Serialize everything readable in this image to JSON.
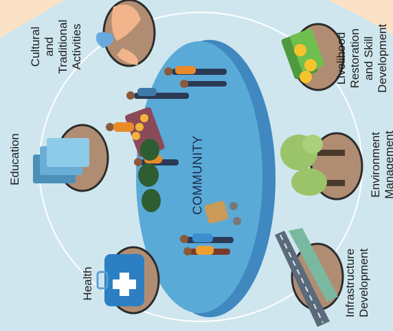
{
  "diagram": {
    "center_label": "COMMUNITY",
    "nodes": [
      {
        "id": "cultural",
        "lines": [
          "Cultural",
          "and",
          "Traditional",
          "Activities"
        ],
        "icon": "hands-heart-icon"
      },
      {
        "id": "livelihood",
        "lines": [
          "Livelihood",
          "Restoration",
          "and Skill",
          "Development"
        ],
        "icon": "money-coins-icon"
      },
      {
        "id": "education",
        "lines": [
          "Education"
        ],
        "icon": "books-icon"
      },
      {
        "id": "environment",
        "lines": [
          "Environment",
          "Management"
        ],
        "icon": "trees-icon"
      },
      {
        "id": "health",
        "lines": [
          "Health"
        ],
        "icon": "first-aid-kit-icon"
      },
      {
        "id": "infrastructure",
        "lines": [
          "Infrastructure",
          "Development"
        ],
        "icon": "road-icon"
      }
    ]
  },
  "colors": {
    "background": "#cfe6ee",
    "platform": "#5aaad8",
    "platform_edge": "#3f88c0",
    "node_disc": "#b08d72",
    "ring": "#ffffff",
    "corner": "#fbe2c6"
  }
}
